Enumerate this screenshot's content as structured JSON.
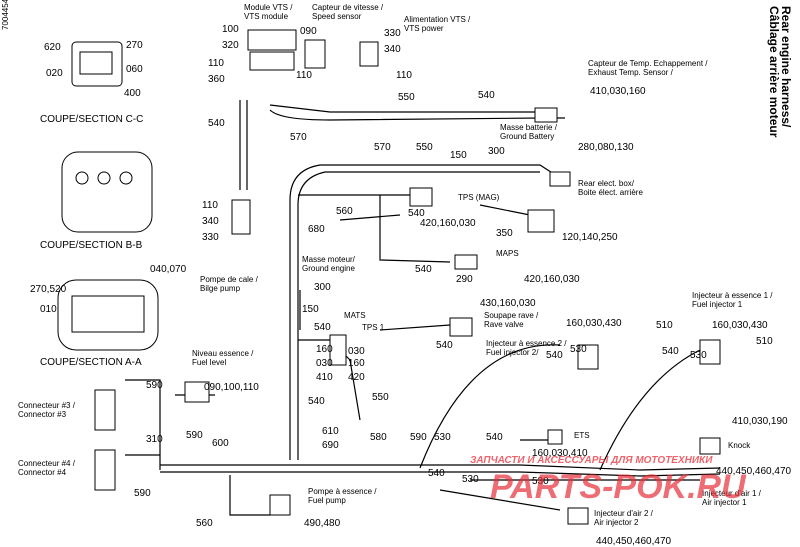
{
  "code": "7004454",
  "title_en": "Rear engine harness/",
  "title_fr": "Câblage arrière moteur",
  "sections": {
    "cc": "COUPE/SECTION C-C",
    "bb": "COUPE/SECTION B-B",
    "aa": "COUPE/SECTION A-A",
    "cc_callouts": [
      "620",
      "270",
      "020",
      "060",
      "400"
    ],
    "aa_callouts": [
      "270,520",
      "040,070",
      "010"
    ]
  },
  "labels": {
    "vts_module": "Module VTS /\nVTS module",
    "speed_sensor": "Capteur de vitesse /\nSpeed sensor",
    "vts_power": "Alimentation VTS /\nVTS power",
    "exhaust_temp": "Capteur de Temp. Echappement /\nExhaust Temp. Sensor /",
    "ground_battery": "Masse batterie /\nGround Battery",
    "tps_mag": "TPS (MAG)",
    "rear_elect_box": "Rear elect. box/\nBoite élect. arrière",
    "maps": "MAPS",
    "bilge_pump": "Pompe de cale /\nBilge pump",
    "ground_engine": "Masse moteur/\nGround engine",
    "mats": "MATS",
    "tps1": "TPS 1",
    "rave_valve": "Soupape rave /\nRave valve",
    "fuel_injector2": "Injecteur à essence 2 /\nFuel injector 2/",
    "fuel_injector1": "Injecteur à essence 1 /\nFuel injector 1",
    "fuel_level": "Niveau essence /\nFuel level",
    "connector3": "Connecteur #3 /\nConnector #3",
    "connector4": "Connecteur #4 /\nConnector #4",
    "ets": "ETS",
    "knock": "Knock",
    "fuel_pump": "Pompe à essence /\nFuel pump",
    "air_injector2": "Injecteur d'air 2 /\nAir injector 2",
    "air_injector1": "Injecteur d'air 1 /\nAir injector 1"
  },
  "callouts": {
    "c100": "100",
    "c320": "320",
    "c110a": "110",
    "c360": "360",
    "c090": "090",
    "c110b": "110",
    "c330a": "330",
    "c340a": "340",
    "c110c": "110",
    "c550a": "550",
    "c540a": "540",
    "c410_030_160": "410,030,160",
    "c540b": "540",
    "c570a": "570",
    "c550b": "550",
    "c150": "150",
    "c300a": "300",
    "c570b": "570",
    "c280_080_130": "280,080,130",
    "c560": "560",
    "c540c": "540",
    "c420_160_030a": "420,160,030",
    "c350": "350",
    "c120_140_250": "120,140,250",
    "c110d": "110",
    "c340b": "340",
    "c330b": "330",
    "c680": "680",
    "c540d": "540",
    "c290": "290",
    "c420_160_030b": "420,160,030",
    "c300b": "300",
    "c150b": "150",
    "c540e": "540",
    "c430_160_030": "430,160,030",
    "c160a": "160",
    "c030a": "030",
    "c410": "410",
    "c030b": "030",
    "c160b": "160",
    "c420": "420",
    "c540f": "540",
    "c160_030_430a": "160,030,430",
    "c510a": "510",
    "c160_030_430b": "160,030,430",
    "c540g": "540",
    "c530a": "530",
    "c540h": "540",
    "c530b": "530",
    "c510b": "510",
    "c590a": "590",
    "c090_100_110": "090,100,110",
    "c540i": "540",
    "c550c": "550",
    "c310": "310",
    "c590b": "590",
    "c600": "600",
    "c610": "610",
    "c690": "690",
    "c580": "580",
    "c590c": "590",
    "c530c": "530",
    "c540j": "540",
    "c410_030_190": "410,030,190",
    "c160_030_410": "160,030,410",
    "c530d": "530",
    "c530e": "530",
    "c440_450_460_470a": "440,450,460,470",
    "c590d": "590",
    "c560b": "560",
    "c490_480": "490,480",
    "c540k": "540",
    "c440_450_460_470b": "440,450,460,470"
  },
  "watermark": {
    "text_top": "ЗАПЧАСТИ И АКСЕССУАРЫ ДЛЯ МОТОТЕХНИКИ",
    "text_logo": "PARTS-POK.RU",
    "color": "#e8303a"
  }
}
